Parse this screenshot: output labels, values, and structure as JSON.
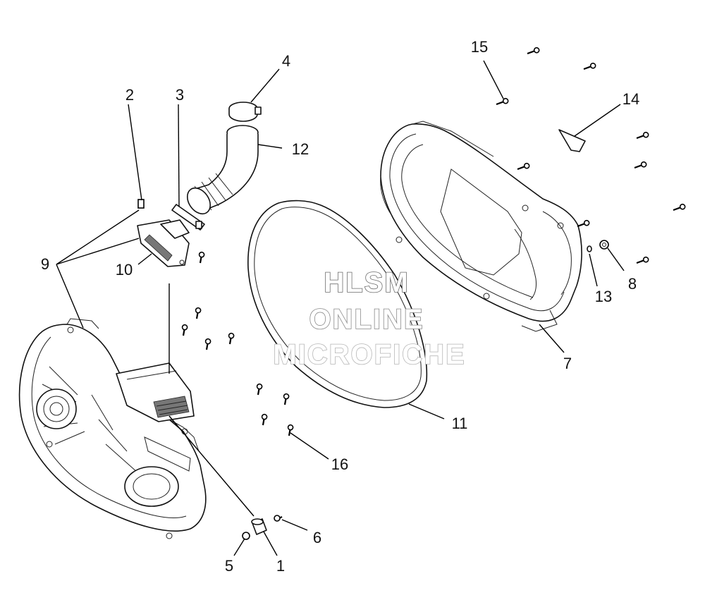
{
  "labels": {
    "p1": "1",
    "p2": "2",
    "p3": "3",
    "p4": "4",
    "p5": "5",
    "p6": "6",
    "p7": "7",
    "p8": "8",
    "p9": "9",
    "p10": "10",
    "p11": "11",
    "p12": "12",
    "p13": "13",
    "p14": "14",
    "p15": "15",
    "p16": "16"
  },
  "watermark": {
    "line1": "HLSM",
    "line2": "ONLINE",
    "line3": "MICROFICHE"
  },
  "colors": {
    "line": "#111111",
    "watermark_dark": "#6b6b6b",
    "watermark_mid": "#888888",
    "watermark_light": "#b5b5b5"
  }
}
